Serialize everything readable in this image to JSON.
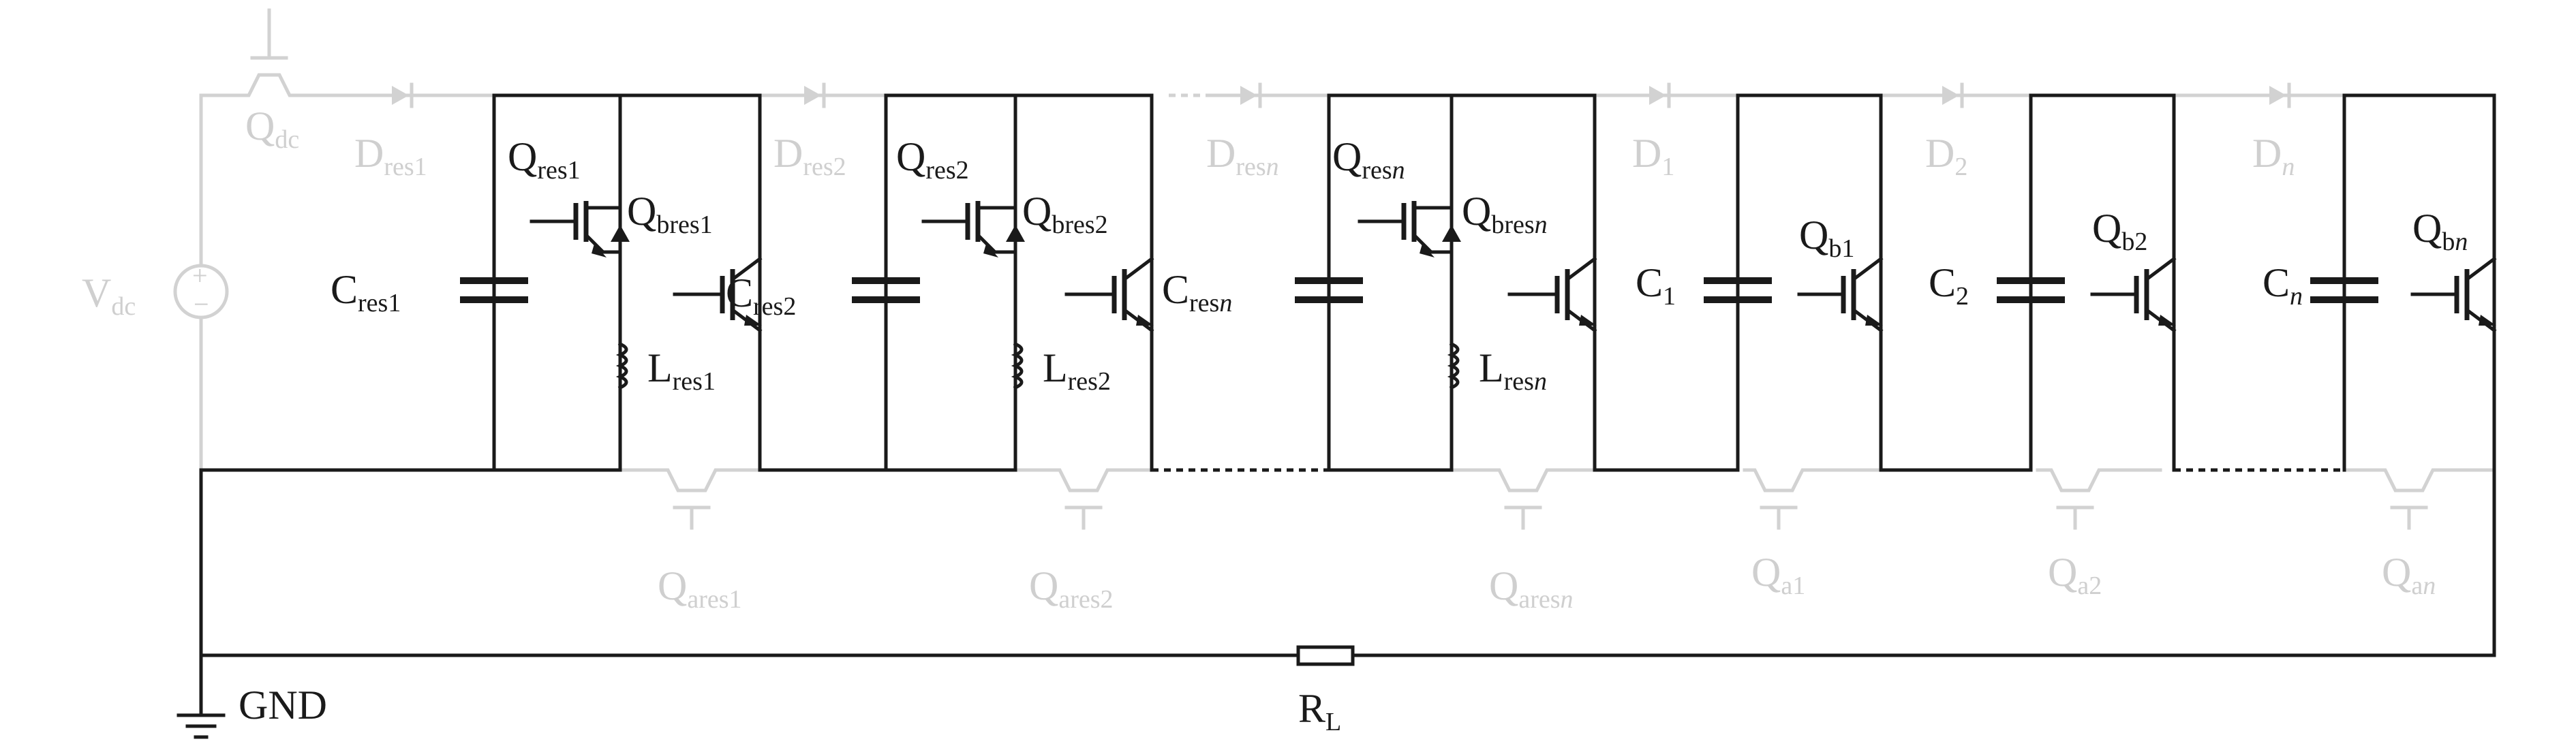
{
  "labels": {
    "q_dc": "Q",
    "q_dc_sub": "dc",
    "v_dc": "V",
    "v_dc_sub": "dc",
    "d_res1": "D",
    "d_res1_sub": "res1",
    "d_res2": "D",
    "d_res2_sub": "res2",
    "d_resn": "D",
    "d_resn_sub": "res",
    "d_resn_italic": "n",
    "d_1": "D",
    "d_1_sub": "1",
    "d_2": "D",
    "d_2_sub": "2",
    "d_n": "D",
    "d_n_italic": "n",
    "q_res1": "Q",
    "q_res1_sub": "res1",
    "q_bres1": "Q",
    "q_bres1_sub": "bres1",
    "c_res1": "C",
    "c_res1_sub": "res1",
    "l_res1": "L",
    "l_res1_sub": "res1",
    "q_ares1": "Q",
    "q_ares1_sub": "ares1",
    "c_res2": "C",
    "c_res2_sub": "res2",
    "q_res2": "Q",
    "q_res2_sub": "res2",
    "q_bres2": "Q",
    "q_bres2_sub": "bres2",
    "l_res2": "L",
    "l_res2_sub": "res2",
    "q_ares2": "Q",
    "q_ares2_sub": "ares2",
    "c_resn": "C",
    "c_resn_sub": "res",
    "c_resn_italic": "n",
    "q_resn": "Q",
    "q_resn_sub": "res",
    "q_resn_italic": "n",
    "q_bresn": "Q",
    "q_bresn_sub": "bres",
    "q_bresn_italic": "n",
    "l_resn": "L",
    "l_resn_sub": "res",
    "l_resn_italic": "n",
    "q_aresn": "Q",
    "q_aresn_sub": "ares",
    "q_aresn_italic": "n",
    "c_1": "C",
    "c_1_sub": "1",
    "c_2": "C",
    "c_2_sub": "2",
    "c_n": "C",
    "c_n_italic": "n",
    "q_b1": "Q",
    "q_b1_sub": "b1",
    "q_b2": "Q",
    "q_b2_sub": "b2",
    "q_bn": "Q",
    "q_bn_sub": "b",
    "q_bn_italic": "n",
    "q_a1": "Q",
    "q_a1_sub": "a1",
    "q_a2": "Q",
    "q_a2_sub": "a2",
    "q_an": "Q",
    "q_an_sub": "a",
    "q_an_italic": "n",
    "gnd": "GND",
    "r_l": "R",
    "r_l_sub": "L",
    "plus": "+",
    "minus": "−"
  },
  "colors": {
    "active": "#1a1a1a",
    "inactive": "#d2d2d2"
  }
}
